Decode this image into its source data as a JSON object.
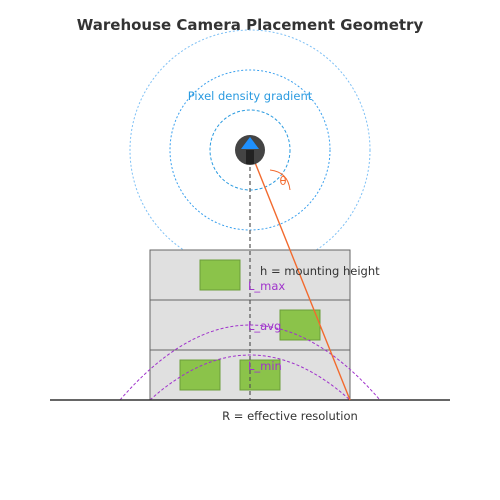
{
  "title": "Warehouse Camera Placement Geometry",
  "labels": {
    "density": "Pixel density gradient",
    "angle": "θ",
    "height": "h = mounting height",
    "l_max": "L_max",
    "l_avg": "L_avg",
    "l_min": "L_min",
    "resolution": "R = effective resolution"
  },
  "colors": {
    "title": "#333333",
    "density": "#2b9be0",
    "ring": "#4da6ff",
    "camera_body": "#444444",
    "camera_lens": "#1e90ff",
    "sight_line": "#f26a2e",
    "arc": "#a033cc",
    "shelf_fill": "#e0e0e0",
    "shelf_stroke": "#666666",
    "box_fill": "#8bc34a",
    "box_stroke": "#6b9e3a",
    "text": "#333333"
  },
  "icons": {
    "camera": "camera-icon"
  }
}
